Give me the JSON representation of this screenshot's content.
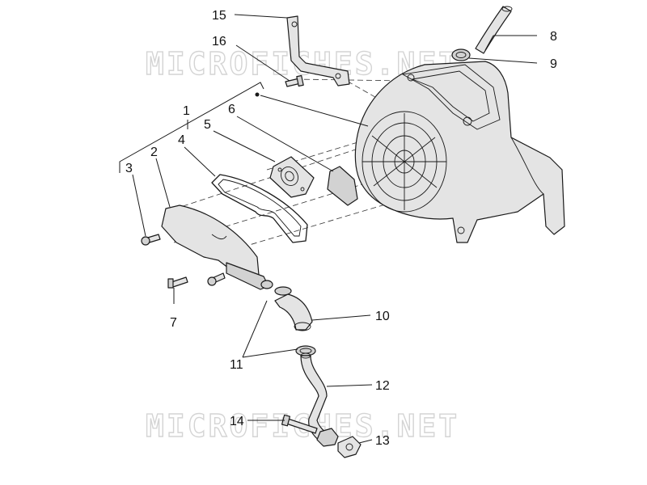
{
  "watermark": {
    "text": "MICROFICHES.NET"
  },
  "callouts": {
    "c1": "1",
    "c2": "2",
    "c3": "3",
    "c4": "4",
    "c5": "5",
    "c6": "6",
    "c7": "7",
    "c8": "8",
    "c9": "9",
    "c10": "10",
    "c11": "11",
    "c12": "12",
    "c13": "13",
    "c14": "14",
    "c15": "15",
    "c16": "16"
  }
}
